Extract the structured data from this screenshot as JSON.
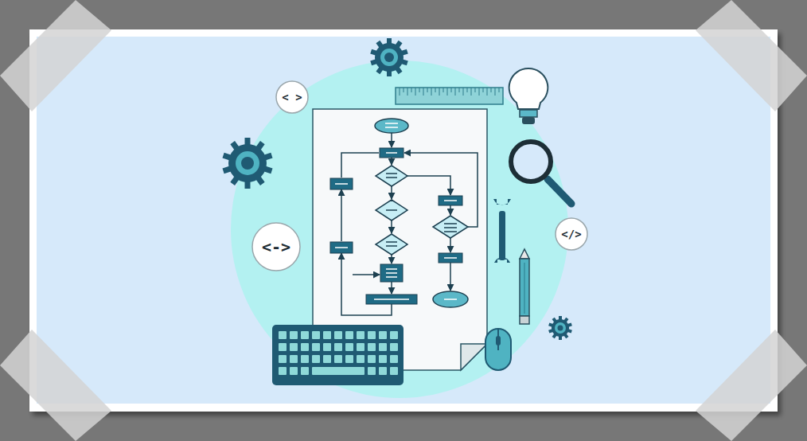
{
  "diagram": {
    "nodes": [
      {
        "text": [
          "< >"
        ]
      },
      {
        "text": [
          "<->"
        ]
      },
      {
        "text": [
          "</>"
        ]
      }
    ]
  }
}
